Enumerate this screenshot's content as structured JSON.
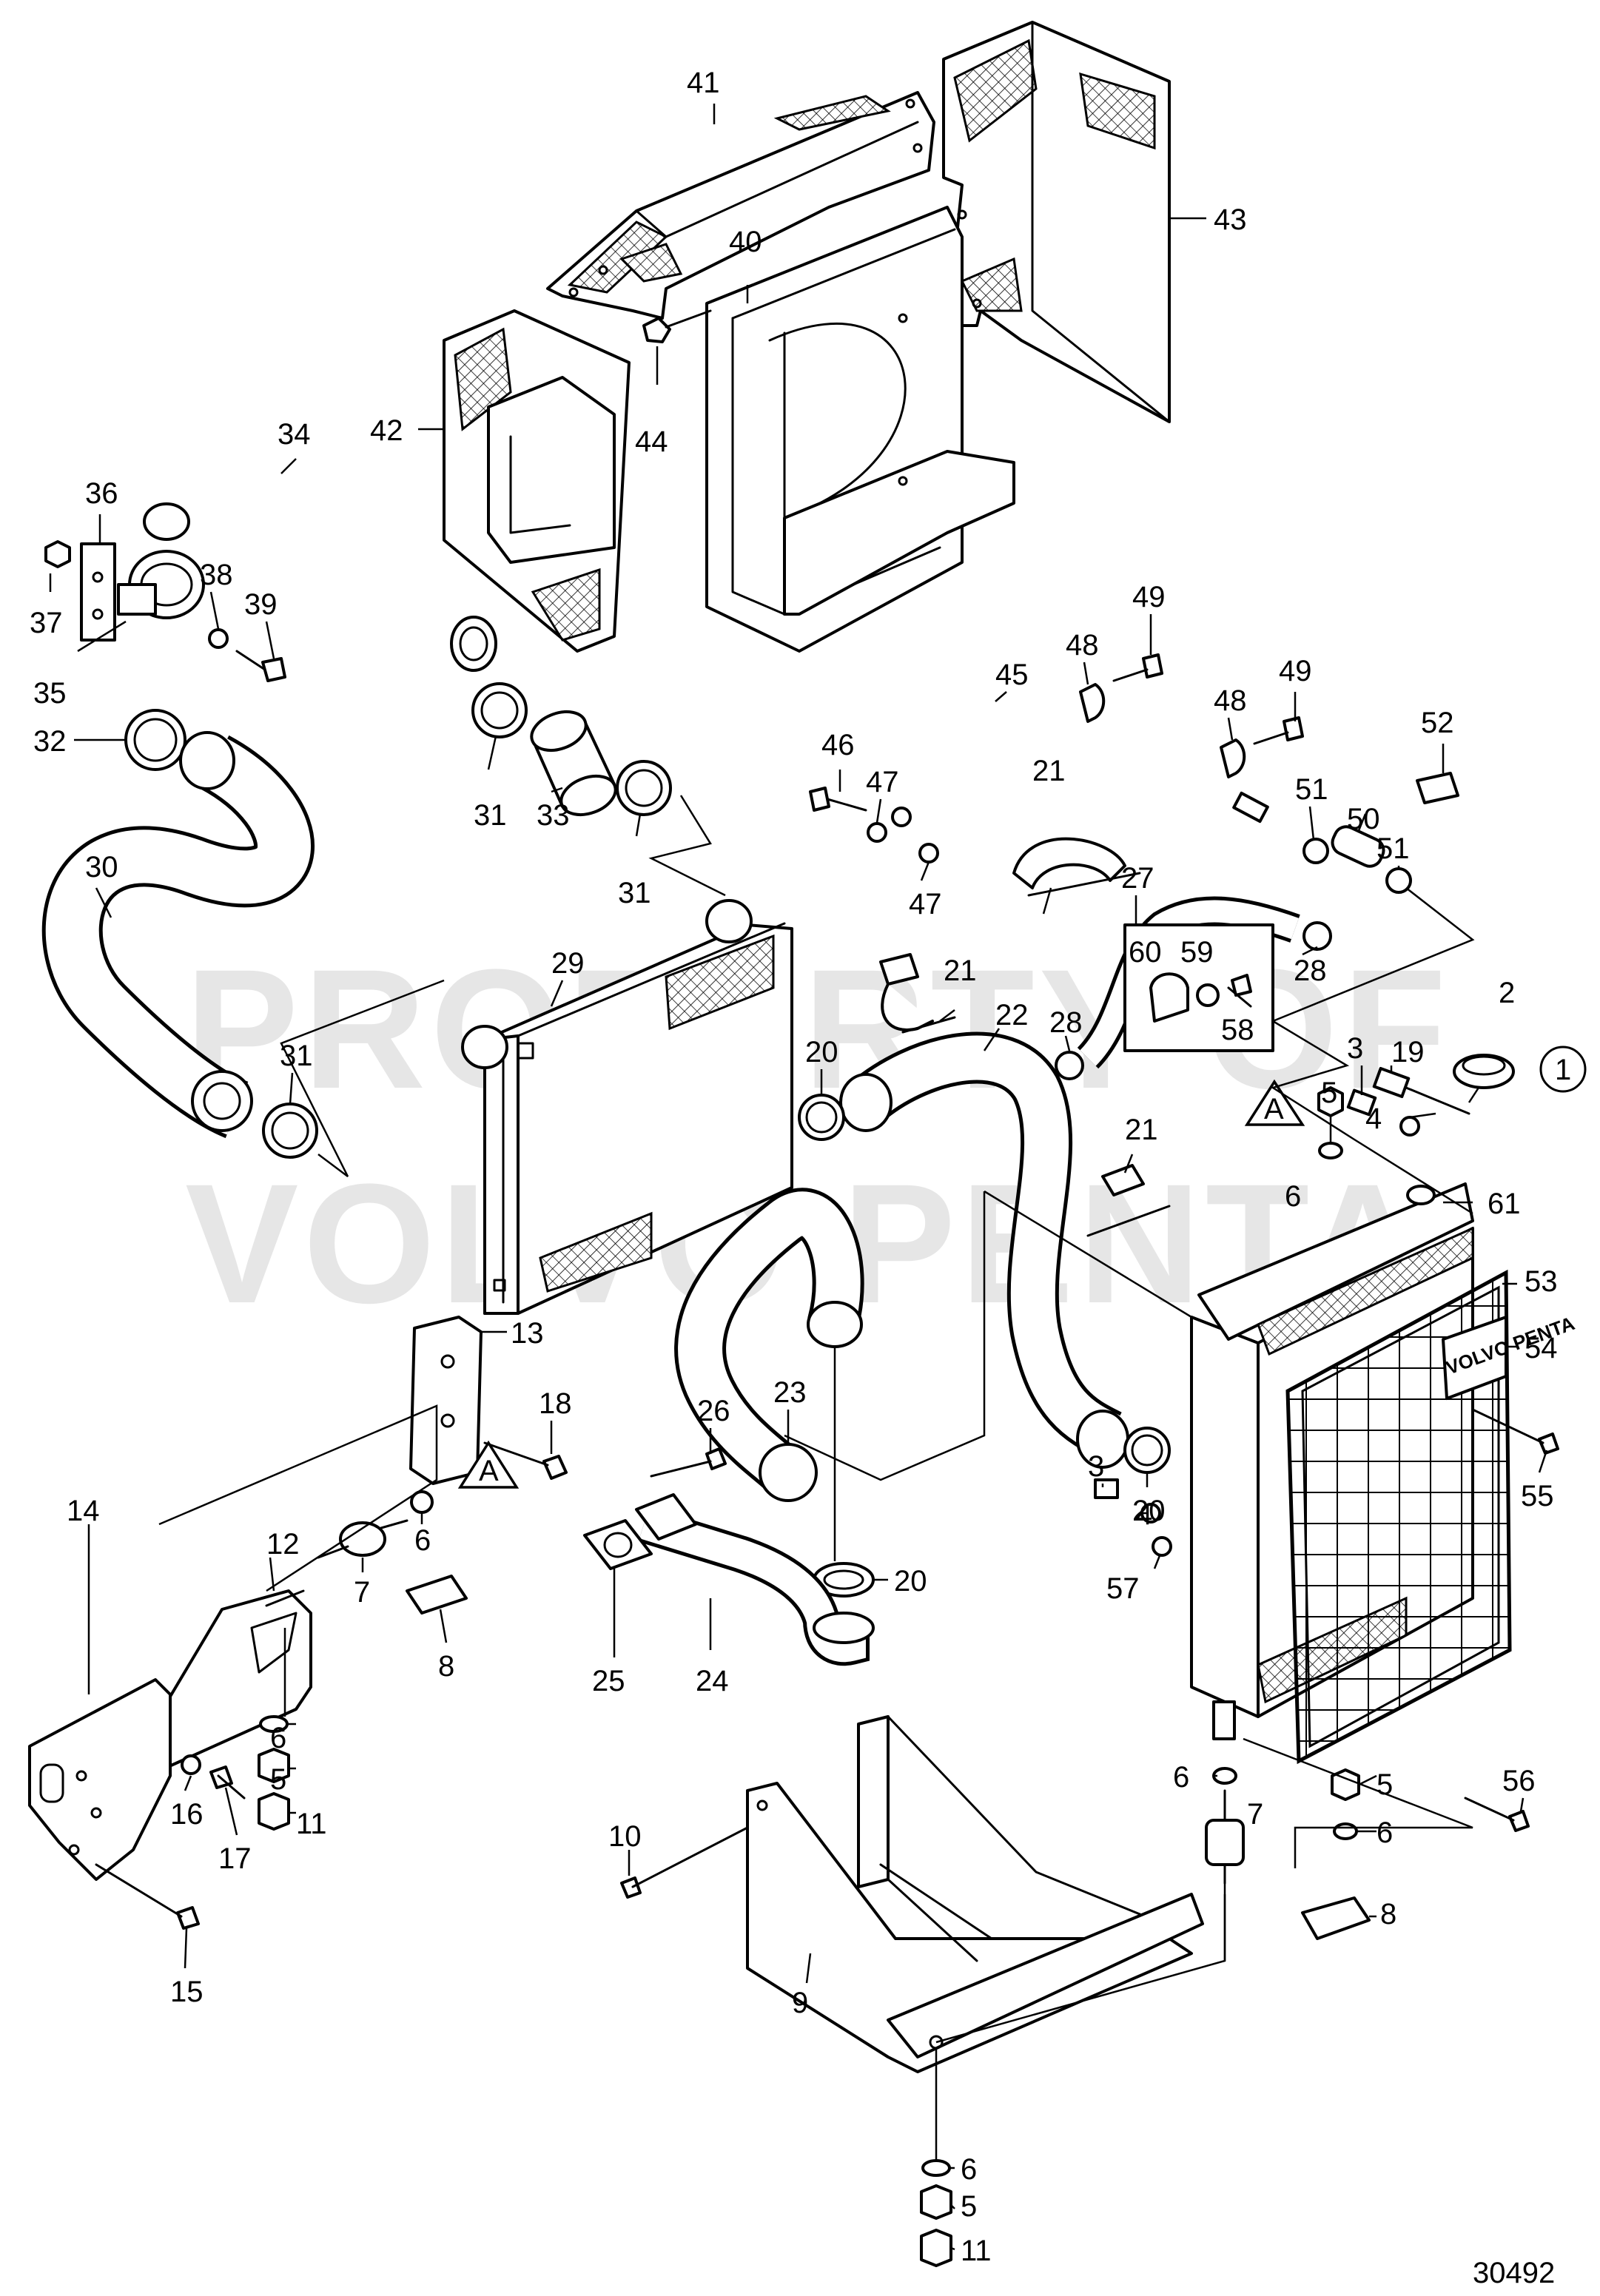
{
  "watermark": {
    "line1": "PROPERTY OF",
    "line2": "VOLVO PENTA"
  },
  "drawing_number": "30492",
  "group_marker": "1",
  "reference_marker": "A",
  "logo_text": "VOLVO PENTA",
  "callouts": {
    "c2": "2",
    "c3a": "3",
    "c3b": "3",
    "c4a": "4",
    "c4b": "4",
    "c5a": "5",
    "c5b": "5",
    "c5c": "5",
    "c5d": "5",
    "c6a": "6",
    "c6b": "6",
    "c6c": "6",
    "c6d": "6",
    "c6e": "6",
    "c6f": "6",
    "c7a": "7",
    "c7b": "7",
    "c8a": "8",
    "c8b": "8",
    "c9": "9",
    "c10": "10",
    "c11a": "11",
    "c11b": "11",
    "c12": "12",
    "c13": "13",
    "c14": "14",
    "c15": "15",
    "c16": "16",
    "c17": "17",
    "c18": "18",
    "c19": "19",
    "c20a": "20",
    "c20b": "20",
    "c20c": "20",
    "c21a": "21",
    "c21b": "21",
    "c21c": "21",
    "c22": "22",
    "c23": "23",
    "c24": "24",
    "c25": "25",
    "c26": "26",
    "c27": "27",
    "c28a": "28",
    "c28b": "28",
    "c29": "29",
    "c30": "30",
    "c31a": "31",
    "c31b": "31",
    "c31c": "31",
    "c32": "32",
    "c33": "33",
    "c34": "34",
    "c35": "35",
    "c36": "36",
    "c37": "37",
    "c38": "38",
    "c39": "39",
    "c40": "40",
    "c41": "41",
    "c42": "42",
    "c43": "43",
    "c44": "44",
    "c45": "45",
    "c46": "46",
    "c47a": "47",
    "c47b": "47",
    "c48a": "48",
    "c48b": "48",
    "c49a": "49",
    "c49b": "49",
    "c50": "50",
    "c51a": "51",
    "c51b": "51",
    "c52": "52",
    "c53": "53",
    "c54": "54",
    "c55": "55",
    "c56": "56",
    "c57": "57",
    "c58": "58",
    "c59": "59",
    "c60": "60",
    "c61": "61"
  }
}
